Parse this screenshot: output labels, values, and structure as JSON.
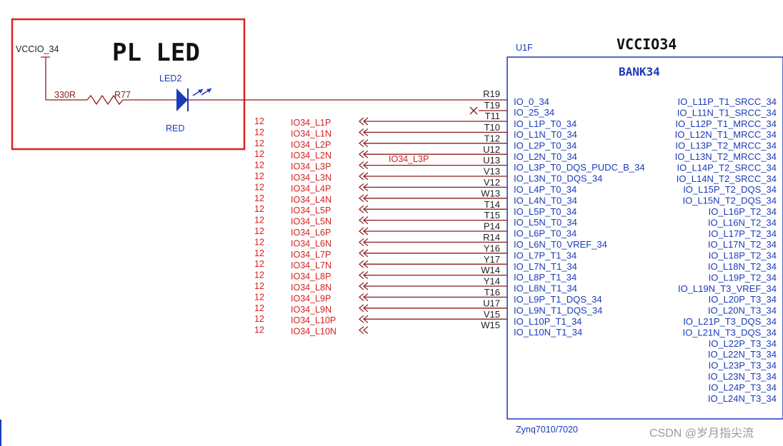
{
  "led_section": {
    "title": "PL LED",
    "power_label": "VCCIO_34",
    "resistor_value": "330R",
    "resistor_ref": "R77",
    "led_ref": "LED2",
    "led_color_label": "RED"
  },
  "chip": {
    "ref": "U1F",
    "title": "VCCIO34",
    "bank": "BANK34",
    "part": "Zynq7010/7020",
    "top_pins": [
      {
        "pin": "R19",
        "label": "IO_0_34"
      },
      {
        "pin": "T19",
        "label": "IO_25_34"
      },
      {
        "pin": "T11",
        "label": "IO_L1P_T0_34"
      }
    ],
    "left_pins": [
      {
        "pin": "T10",
        "label": "IO_L1N_T0_34"
      },
      {
        "pin": "T12",
        "label": "IO_L2P_T0_34"
      },
      {
        "pin": "U12",
        "label": "IO_L2N_T0_34"
      },
      {
        "pin": "U13",
        "label": "IO_L3P_T0_DQS_PUDC_B_34"
      },
      {
        "pin": "V13",
        "label": "IO_L3N_T0_DQS_34"
      },
      {
        "pin": "V12",
        "label": "IO_L4P_T0_34"
      },
      {
        "pin": "W13",
        "label": "IO_L4N_T0_34"
      },
      {
        "pin": "T14",
        "label": "IO_L5P_T0_34"
      },
      {
        "pin": "T15",
        "label": "IO_L5N_T0_34"
      },
      {
        "pin": "P14",
        "label": "IO_L6P_T0_34"
      },
      {
        "pin": "R14",
        "label": "IO_L6N_T0_VREF_34"
      },
      {
        "pin": "Y16",
        "label": "IO_L7P_T1_34"
      },
      {
        "pin": "Y17",
        "label": "IO_L7N_T1_34"
      },
      {
        "pin": "W14",
        "label": "IO_L8P_T1_34"
      },
      {
        "pin": "Y14",
        "label": "IO_L8N_T1_34"
      },
      {
        "pin": "T16",
        "label": "IO_L9P_T1_DQS_34"
      },
      {
        "pin": "U17",
        "label": "IO_L9N_T1_DQS_34"
      },
      {
        "pin": "V15",
        "label": "IO_L10P_T1_34"
      },
      {
        "pin": "W15",
        "label": "IO_L10N_T1_34"
      }
    ],
    "right_pins": [
      "IO_L11P_T1_SRCC_34",
      "IO_L11N_T1_SRCC_34",
      "IO_L12P_T1_MRCC_34",
      "IO_L12N_T1_MRCC_34",
      "IO_L13P_T2_MRCC_34",
      "IO_L13N_T2_MRCC_34",
      "IO_L14P_T2_SRCC_34",
      "IO_L14N_T2_SRCC_34",
      "IO_L15P_T2_DQS_34",
      "IO_L15N_T2_DQS_34",
      "IO_L16P_T2_34",
      "IO_L16N_T2_34",
      "IO_L17P_T2_34",
      "IO_L17N_T2_34",
      "IO_L18P_T2_34",
      "IO_L18N_T2_34",
      "IO_L19P_T2_34",
      "IO_L19N_T3_VREF_34",
      "IO_L20P_T3_34",
      "IO_L20N_T3_34",
      "IO_L21P_T3_DQS_34",
      "IO_L21N_T3_DQS_34",
      "IO_L22P_T3_34",
      "IO_L22N_T3_34",
      "IO_L23P_T3_34",
      "IO_L23N_T3_34",
      "IO_L24P_T3_34",
      "IO_L24N_T3_34"
    ]
  },
  "nets": [
    {
      "num": "12",
      "name": "IO34_L1P"
    },
    {
      "num": "12",
      "name": "IO34_L1N"
    },
    {
      "num": "12",
      "name": "IO34_L2P"
    },
    {
      "num": "12",
      "name": "IO34_L2N"
    },
    {
      "num": "12",
      "name": "IO34_L3P"
    },
    {
      "num": "12",
      "name": "IO34_L3N"
    },
    {
      "num": "12",
      "name": "IO34_L4P"
    },
    {
      "num": "12",
      "name": "IO34_L4N"
    },
    {
      "num": "12",
      "name": "IO34_L5P"
    },
    {
      "num": "12",
      "name": "IO34_L5N"
    },
    {
      "num": "12",
      "name": "IO34_L6P"
    },
    {
      "num": "12",
      "name": "IO34_L6N"
    },
    {
      "num": "12",
      "name": "IO34_L7P"
    },
    {
      "num": "12",
      "name": "IO34_L7N"
    },
    {
      "num": "12",
      "name": "IO34_L8P"
    },
    {
      "num": "12",
      "name": "IO34_L8N"
    },
    {
      "num": "12",
      "name": "IO34_L9P"
    },
    {
      "num": "12",
      "name": "IO34_L9N"
    },
    {
      "num": "12",
      "name": "IO34_L10P"
    },
    {
      "num": "12",
      "name": "IO34_L10N"
    }
  ],
  "wire_label": "IO34_L3P",
  "watermark": "CSDN @岁月指尖流",
  "colors": {
    "wire": "#8b1a1a",
    "net_text": "#d42020",
    "chip_blue": "#1a3ab8",
    "pin_text": "#222222",
    "highlight_box": "#e02020"
  }
}
